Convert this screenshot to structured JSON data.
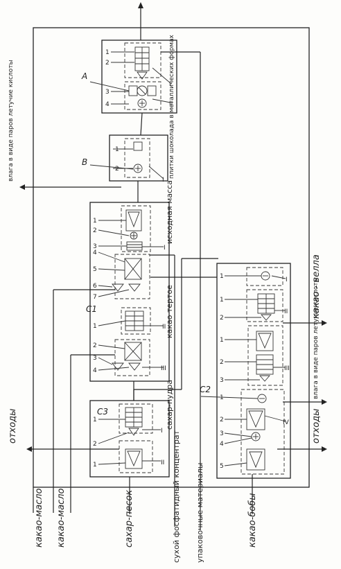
{
  "inputs": [
    "какао-масло",
    "какао-масло",
    "сахар-песок",
    "сухой фосфатидный концентрат",
    "упаковочные материалы",
    "какао-бобы"
  ],
  "outputs_top": [
    "отходы",
    "влага в виде паров летучие кислоты"
  ],
  "outputs_bottom": [
    "отходы",
    "влага в виде паров летучие кислоты",
    "какао - велла"
  ],
  "intermediates": [
    "сахар-пудра",
    "какао тертое",
    "исходная масса",
    "плитки шоколада в металлических формах"
  ],
  "block_letters": [
    "A",
    "B",
    "C1",
    "C2",
    "C3"
  ],
  "stage_numerals": [
    "I",
    "II",
    "III",
    "IV"
  ],
  "element_numbers": [
    "1",
    "2",
    "3",
    "4",
    "5",
    "6",
    "7"
  ]
}
